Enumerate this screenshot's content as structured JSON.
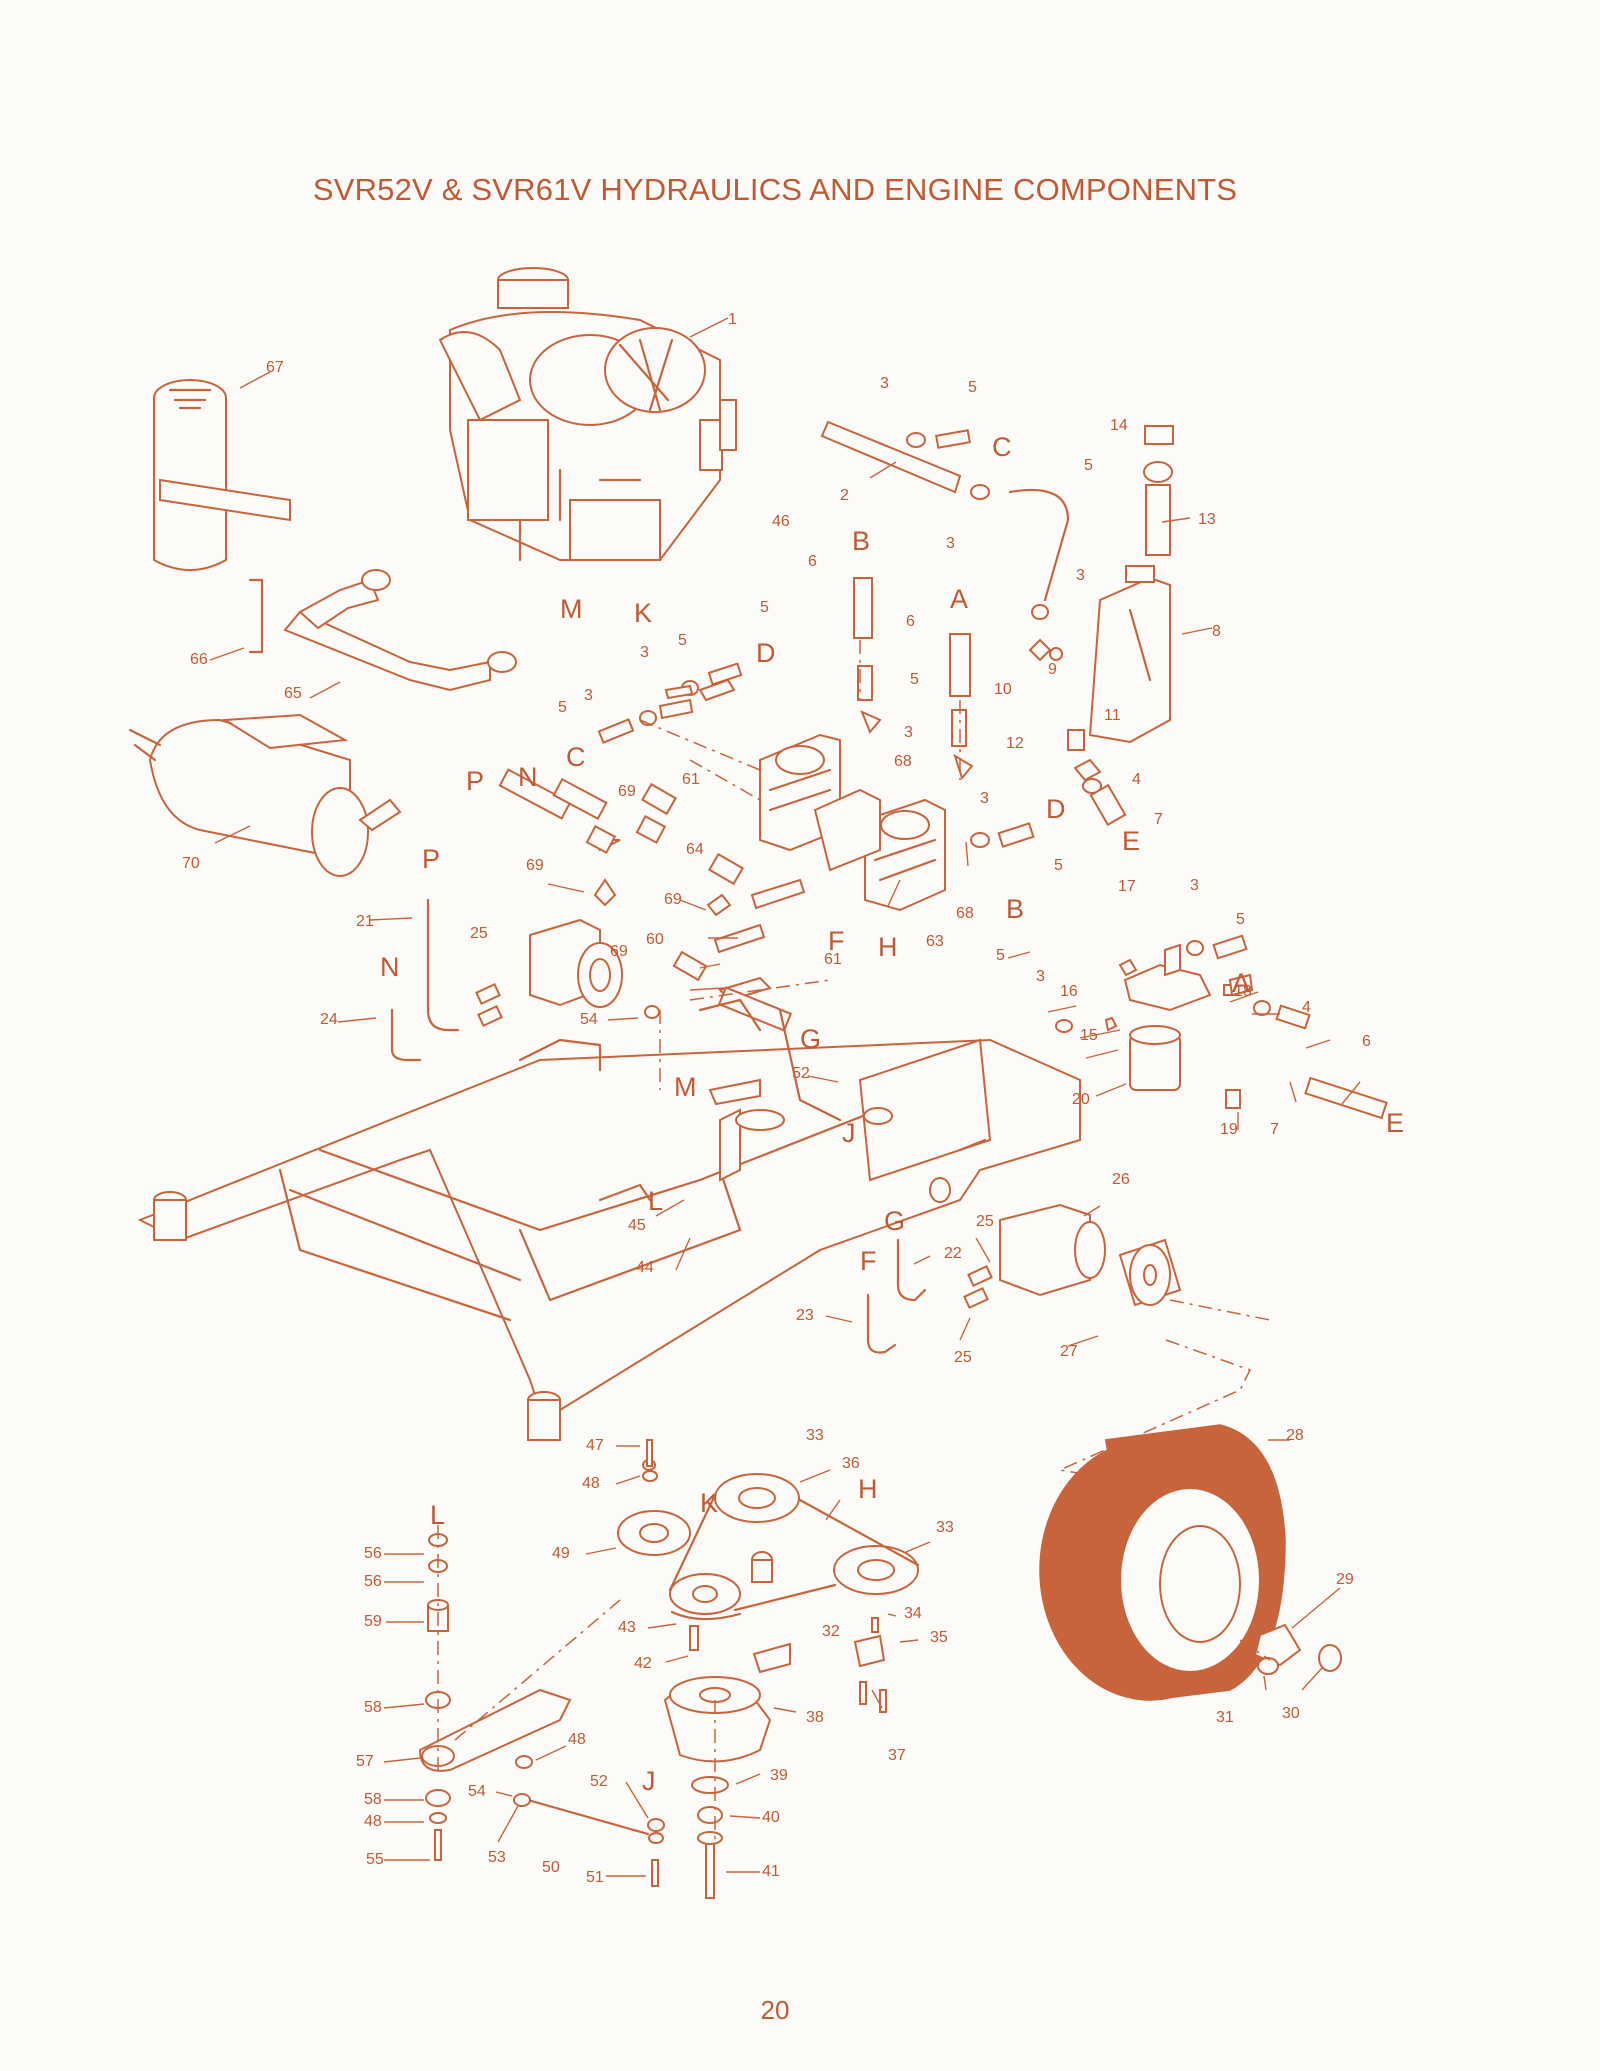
{
  "title": "SVR52V & SVR61V HYDRAULICS AND ENGINE COMPONENTS",
  "page_number": "20",
  "colors": {
    "accent": "#c05a34",
    "line": "#c8643c",
    "background": "#fcfbf8"
  },
  "callouts": [
    {
      "n": "1"
    },
    {
      "n": "67"
    },
    {
      "n": "3"
    },
    {
      "n": "5"
    },
    {
      "n": "2"
    },
    {
      "n": "5"
    },
    {
      "n": "3"
    },
    {
      "n": "14"
    },
    {
      "n": "13"
    },
    {
      "n": "46"
    },
    {
      "n": "6"
    },
    {
      "n": "3"
    },
    {
      "n": "8"
    },
    {
      "n": "6"
    },
    {
      "n": "5"
    },
    {
      "n": "10"
    },
    {
      "n": "9"
    },
    {
      "n": "66"
    },
    {
      "n": "3"
    },
    {
      "n": "5"
    },
    {
      "n": "65"
    },
    {
      "n": "3"
    },
    {
      "n": "5"
    },
    {
      "n": "5"
    },
    {
      "n": "3"
    },
    {
      "n": "68"
    },
    {
      "n": "12"
    },
    {
      "n": "11"
    },
    {
      "n": "4"
    },
    {
      "n": "61"
    },
    {
      "n": "64"
    },
    {
      "n": "69"
    },
    {
      "n": "7"
    },
    {
      "n": "3"
    },
    {
      "n": "5"
    },
    {
      "n": "69"
    },
    {
      "n": "70"
    },
    {
      "n": "69"
    },
    {
      "n": "60"
    },
    {
      "n": "61"
    },
    {
      "n": "63"
    },
    {
      "n": "68"
    },
    {
      "n": "17"
    },
    {
      "n": "3"
    },
    {
      "n": "5"
    },
    {
      "n": "5"
    },
    {
      "n": "3"
    },
    {
      "n": "16"
    },
    {
      "n": "21"
    },
    {
      "n": "25"
    },
    {
      "n": "69"
    },
    {
      "n": "18"
    },
    {
      "n": "4"
    },
    {
      "n": "15"
    },
    {
      "n": "6"
    },
    {
      "n": "24"
    },
    {
      "n": "54"
    },
    {
      "n": "52"
    },
    {
      "n": "20"
    },
    {
      "n": "7"
    },
    {
      "n": "19"
    },
    {
      "n": "26"
    },
    {
      "n": "45"
    },
    {
      "n": "25"
    },
    {
      "n": "44"
    },
    {
      "n": "22"
    },
    {
      "n": "23"
    },
    {
      "n": "27"
    },
    {
      "n": "25"
    },
    {
      "n": "28"
    },
    {
      "n": "47"
    },
    {
      "n": "33"
    },
    {
      "n": "48"
    },
    {
      "n": "36"
    },
    {
      "n": "33"
    },
    {
      "n": "56"
    },
    {
      "n": "49"
    },
    {
      "n": "56"
    },
    {
      "n": "59"
    },
    {
      "n": "43"
    },
    {
      "n": "34"
    },
    {
      "n": "29"
    },
    {
      "n": "32"
    },
    {
      "n": "42"
    },
    {
      "n": "35"
    },
    {
      "n": "58"
    },
    {
      "n": "38"
    },
    {
      "n": "31"
    },
    {
      "n": "30"
    },
    {
      "n": "48"
    },
    {
      "n": "57"
    },
    {
      "n": "37"
    },
    {
      "n": "39"
    },
    {
      "n": "54"
    },
    {
      "n": "52"
    },
    {
      "n": "58"
    },
    {
      "n": "48"
    },
    {
      "n": "40"
    },
    {
      "n": "53"
    },
    {
      "n": "50"
    },
    {
      "n": "55"
    },
    {
      "n": "51"
    },
    {
      "n": "41"
    }
  ],
  "letters": [
    {
      "t": "C"
    },
    {
      "t": "B"
    },
    {
      "t": "A"
    },
    {
      "t": "M"
    },
    {
      "t": "K"
    },
    {
      "t": "D"
    },
    {
      "t": "C"
    },
    {
      "t": "P"
    },
    {
      "t": "N"
    },
    {
      "t": "E"
    },
    {
      "t": "D"
    },
    {
      "t": "P"
    },
    {
      "t": "F"
    },
    {
      "t": "H"
    },
    {
      "t": "B"
    },
    {
      "t": "A"
    },
    {
      "t": "N"
    },
    {
      "t": "G"
    },
    {
      "t": "M"
    },
    {
      "t": "J"
    },
    {
      "t": "E"
    },
    {
      "t": "L"
    },
    {
      "t": "G"
    },
    {
      "t": "F"
    },
    {
      "t": "K"
    },
    {
      "t": "H"
    },
    {
      "t": "L"
    },
    {
      "t": "J"
    }
  ]
}
